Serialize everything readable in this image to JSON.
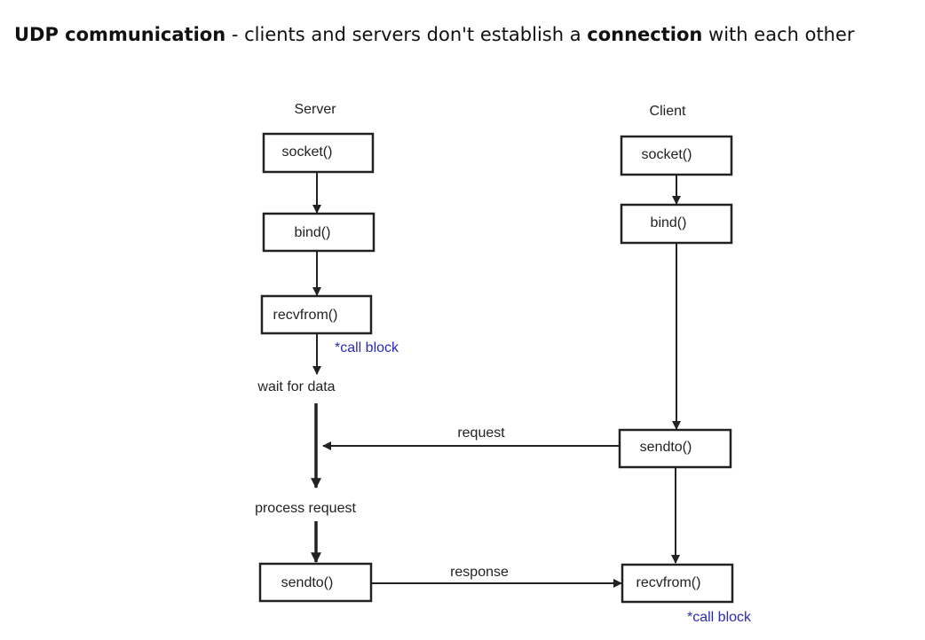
{
  "heading": {
    "part1_bold": "UDP communication",
    "part2": " - clients and servers don't establish a ",
    "part3_bold": "connection",
    "part4": " with each other"
  },
  "diagram": {
    "server_title": "Server",
    "client_title": "Client",
    "server": {
      "socket": "socket()",
      "bind": "bind()",
      "recvfrom": "recvfrom()",
      "call_block": "*call block",
      "wait_for_data": "wait for data",
      "process_request": "process request",
      "sendto": "sendto()"
    },
    "client": {
      "socket": "socket()",
      "bind": "bind()",
      "sendto": "sendto()",
      "recvfrom": "recvfrom()",
      "call_block": "*call block"
    },
    "request_label": "request",
    "response_label": "response"
  }
}
